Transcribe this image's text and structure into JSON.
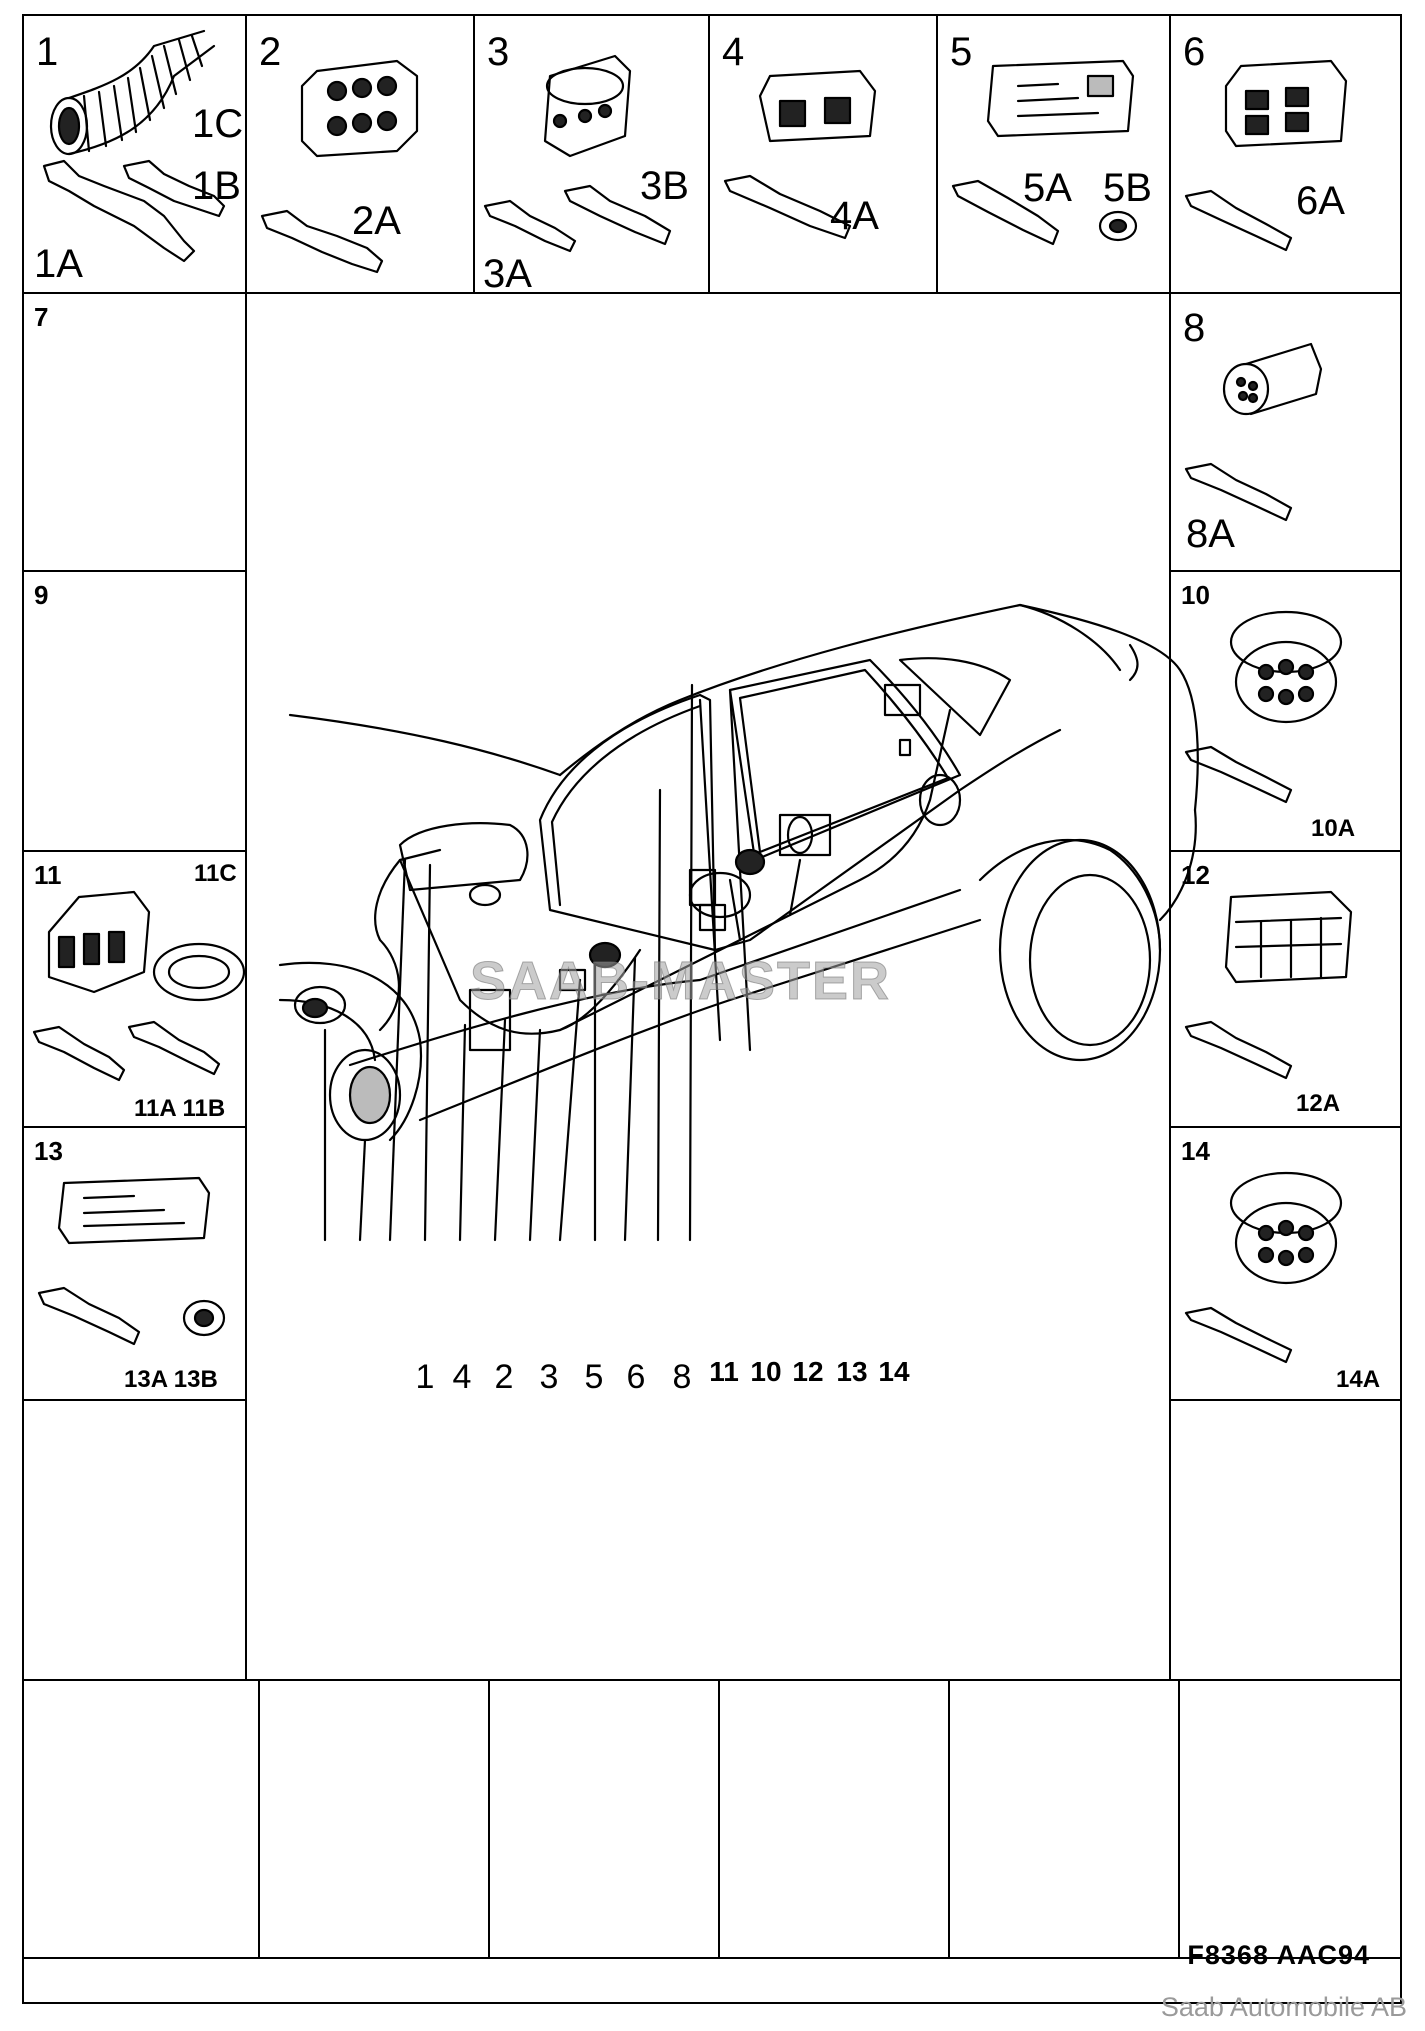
{
  "boxes": {
    "b1": {
      "num": "1",
      "labels": [
        "1C",
        "1B",
        "1A"
      ]
    },
    "b2": {
      "num": "2",
      "labels": [
        "2A"
      ]
    },
    "b3": {
      "num": "3",
      "labels": [
        "3B",
        "3A"
      ]
    },
    "b4": {
      "num": "4",
      "labels": [
        "4A"
      ]
    },
    "b5": {
      "num": "5",
      "labels": [
        "5A",
        "5B"
      ]
    },
    "b6": {
      "num": "6",
      "labels": [
        "6A"
      ]
    },
    "b7": {
      "num": "7"
    },
    "b8": {
      "num": "8",
      "labels": [
        "8A"
      ]
    },
    "b9": {
      "num": "9"
    },
    "b10": {
      "num": "10",
      "labels": [
        "10A"
      ]
    },
    "b11": {
      "num": "11",
      "labels": [
        "11C",
        "11A 11B"
      ]
    },
    "b12": {
      "num": "12",
      "labels": [
        "12A"
      ]
    },
    "b13": {
      "num": "13",
      "labels": [
        "13A 13B"
      ]
    },
    "b14": {
      "num": "14",
      "labels": [
        "14A"
      ]
    }
  },
  "callouts": [
    "1",
    "4",
    "2",
    "3",
    "5",
    "6",
    "8",
    "11",
    "10",
    "12",
    "13",
    "14"
  ],
  "watermark": "SAAB-MASTER",
  "reference": "F8368  AAC94",
  "copyright": "Saab Automobile AB"
}
